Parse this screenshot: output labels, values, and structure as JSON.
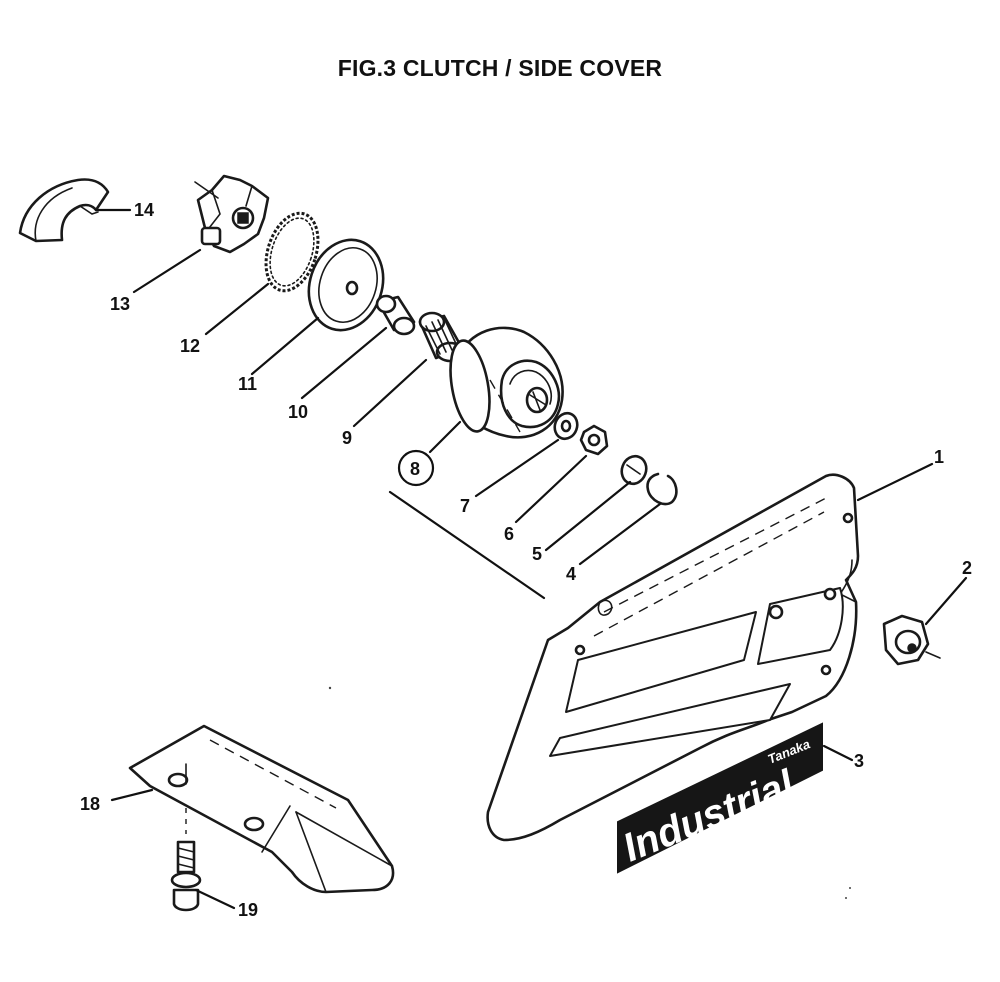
{
  "figure": {
    "title": "FIG.3 CLUTCH / SIDE COVER"
  },
  "callouts": [
    "1",
    "2",
    "3",
    "4",
    "5",
    "6",
    "7",
    "8",
    "9",
    "10",
    "11",
    "12",
    "13",
    "14",
    "18",
    "19"
  ],
  "decal": {
    "brand_small": "Tanaka",
    "brand_large": "Industrial"
  }
}
